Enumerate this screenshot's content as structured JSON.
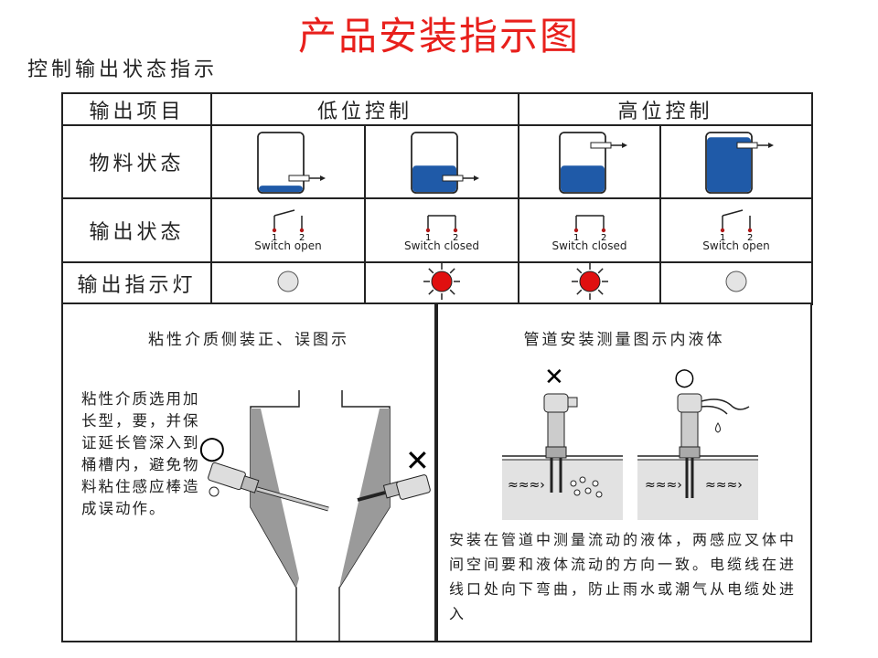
{
  "title": "产品安装指示图",
  "subtitle": "控制输出状态指示",
  "table": {
    "col_header_item": "输出项目",
    "col_header_low": "低位控制",
    "col_header_high": "高位控制",
    "row_material": "物料状态",
    "row_output": "输出状态",
    "row_indicator": "输出指示灯",
    "switch_labels": [
      "Switch open",
      "Switch closed",
      "Switch closed",
      "Switch open"
    ],
    "terminal_1": "1",
    "terminal_2": "2",
    "fill_levels": [
      0.12,
      0.45,
      0.45,
      0.92
    ],
    "indicator_states": [
      "off",
      "on",
      "on",
      "off"
    ]
  },
  "left_panel": {
    "title": "粘性介质侧装正、误图示",
    "note": "粘性介质选用加长型，要，并保证延长管深入到桶槽内，避免物料粘住感应棒造成误动作。",
    "mark_correct": "○",
    "mark_wrong": "✕"
  },
  "right_panel": {
    "title": "管道安装测量图示内液体",
    "note": "安装在管道中测量流动的液体，两感应叉体中间空间要和液体流动的方向一致。电缆线在进线口处向下弯曲，防止雨水或潮气从电缆处进入",
    "mark_wrong": "✕",
    "mark_correct": "○"
  },
  "colors": {
    "title": "#e8201c",
    "liquid": "#1f5aa8",
    "indicator_on": "#e01010",
    "indicator_off": "#e4e4e4"
  }
}
